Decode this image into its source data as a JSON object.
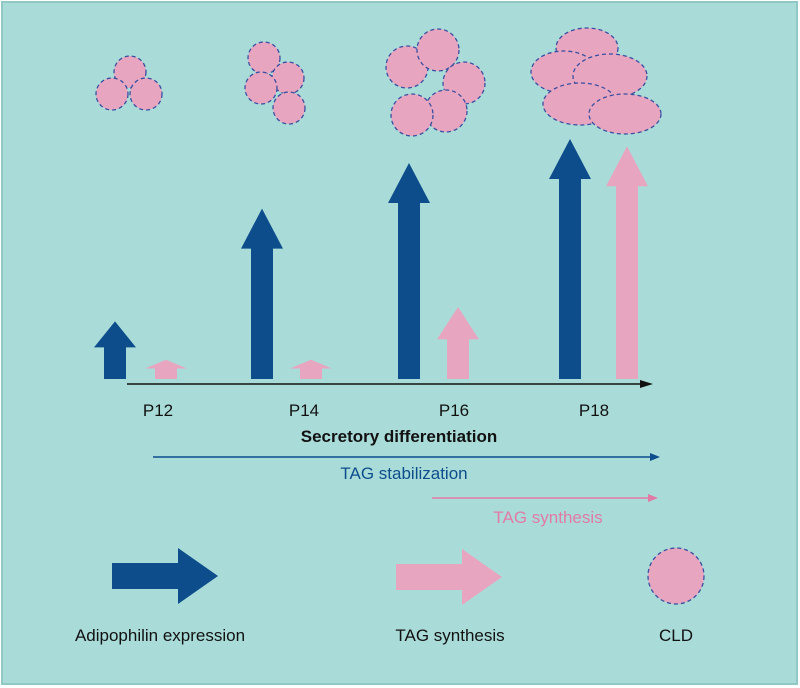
{
  "colors": {
    "background": "#a9dcd8",
    "border": "#8fc8c4",
    "adipophilin": "#0d4d8c",
    "tag": "#e8a5c0",
    "droplet_stroke": "#3a4fa0",
    "axis": "#111111",
    "stabilization_text": "#0d4d8c",
    "synthesis_text": "#e27aa6"
  },
  "stages": [
    {
      "label": "P12",
      "adipophilin_level": 0.24,
      "tag_level": 0.08,
      "droplet_size": "small"
    },
    {
      "label": "P14",
      "adipophilin_level": 0.71,
      "tag_level": 0.08,
      "droplet_size": "small"
    },
    {
      "label": "P16",
      "adipophilin_level": 0.9,
      "tag_level": 0.3,
      "droplet_size": "medium"
    },
    {
      "label": "P18",
      "adipophilin_level": 1.0,
      "tag_level": 0.97,
      "droplet_size": "large"
    }
  ],
  "axis": {
    "label": "Secretory differentiation"
  },
  "processes": {
    "stabilization": "TAG stabilization",
    "synthesis": "TAG synthesis"
  },
  "legend": {
    "adipophilin": "Adipophilin expression",
    "tag": "TAG synthesis",
    "cld": "CLD"
  }
}
